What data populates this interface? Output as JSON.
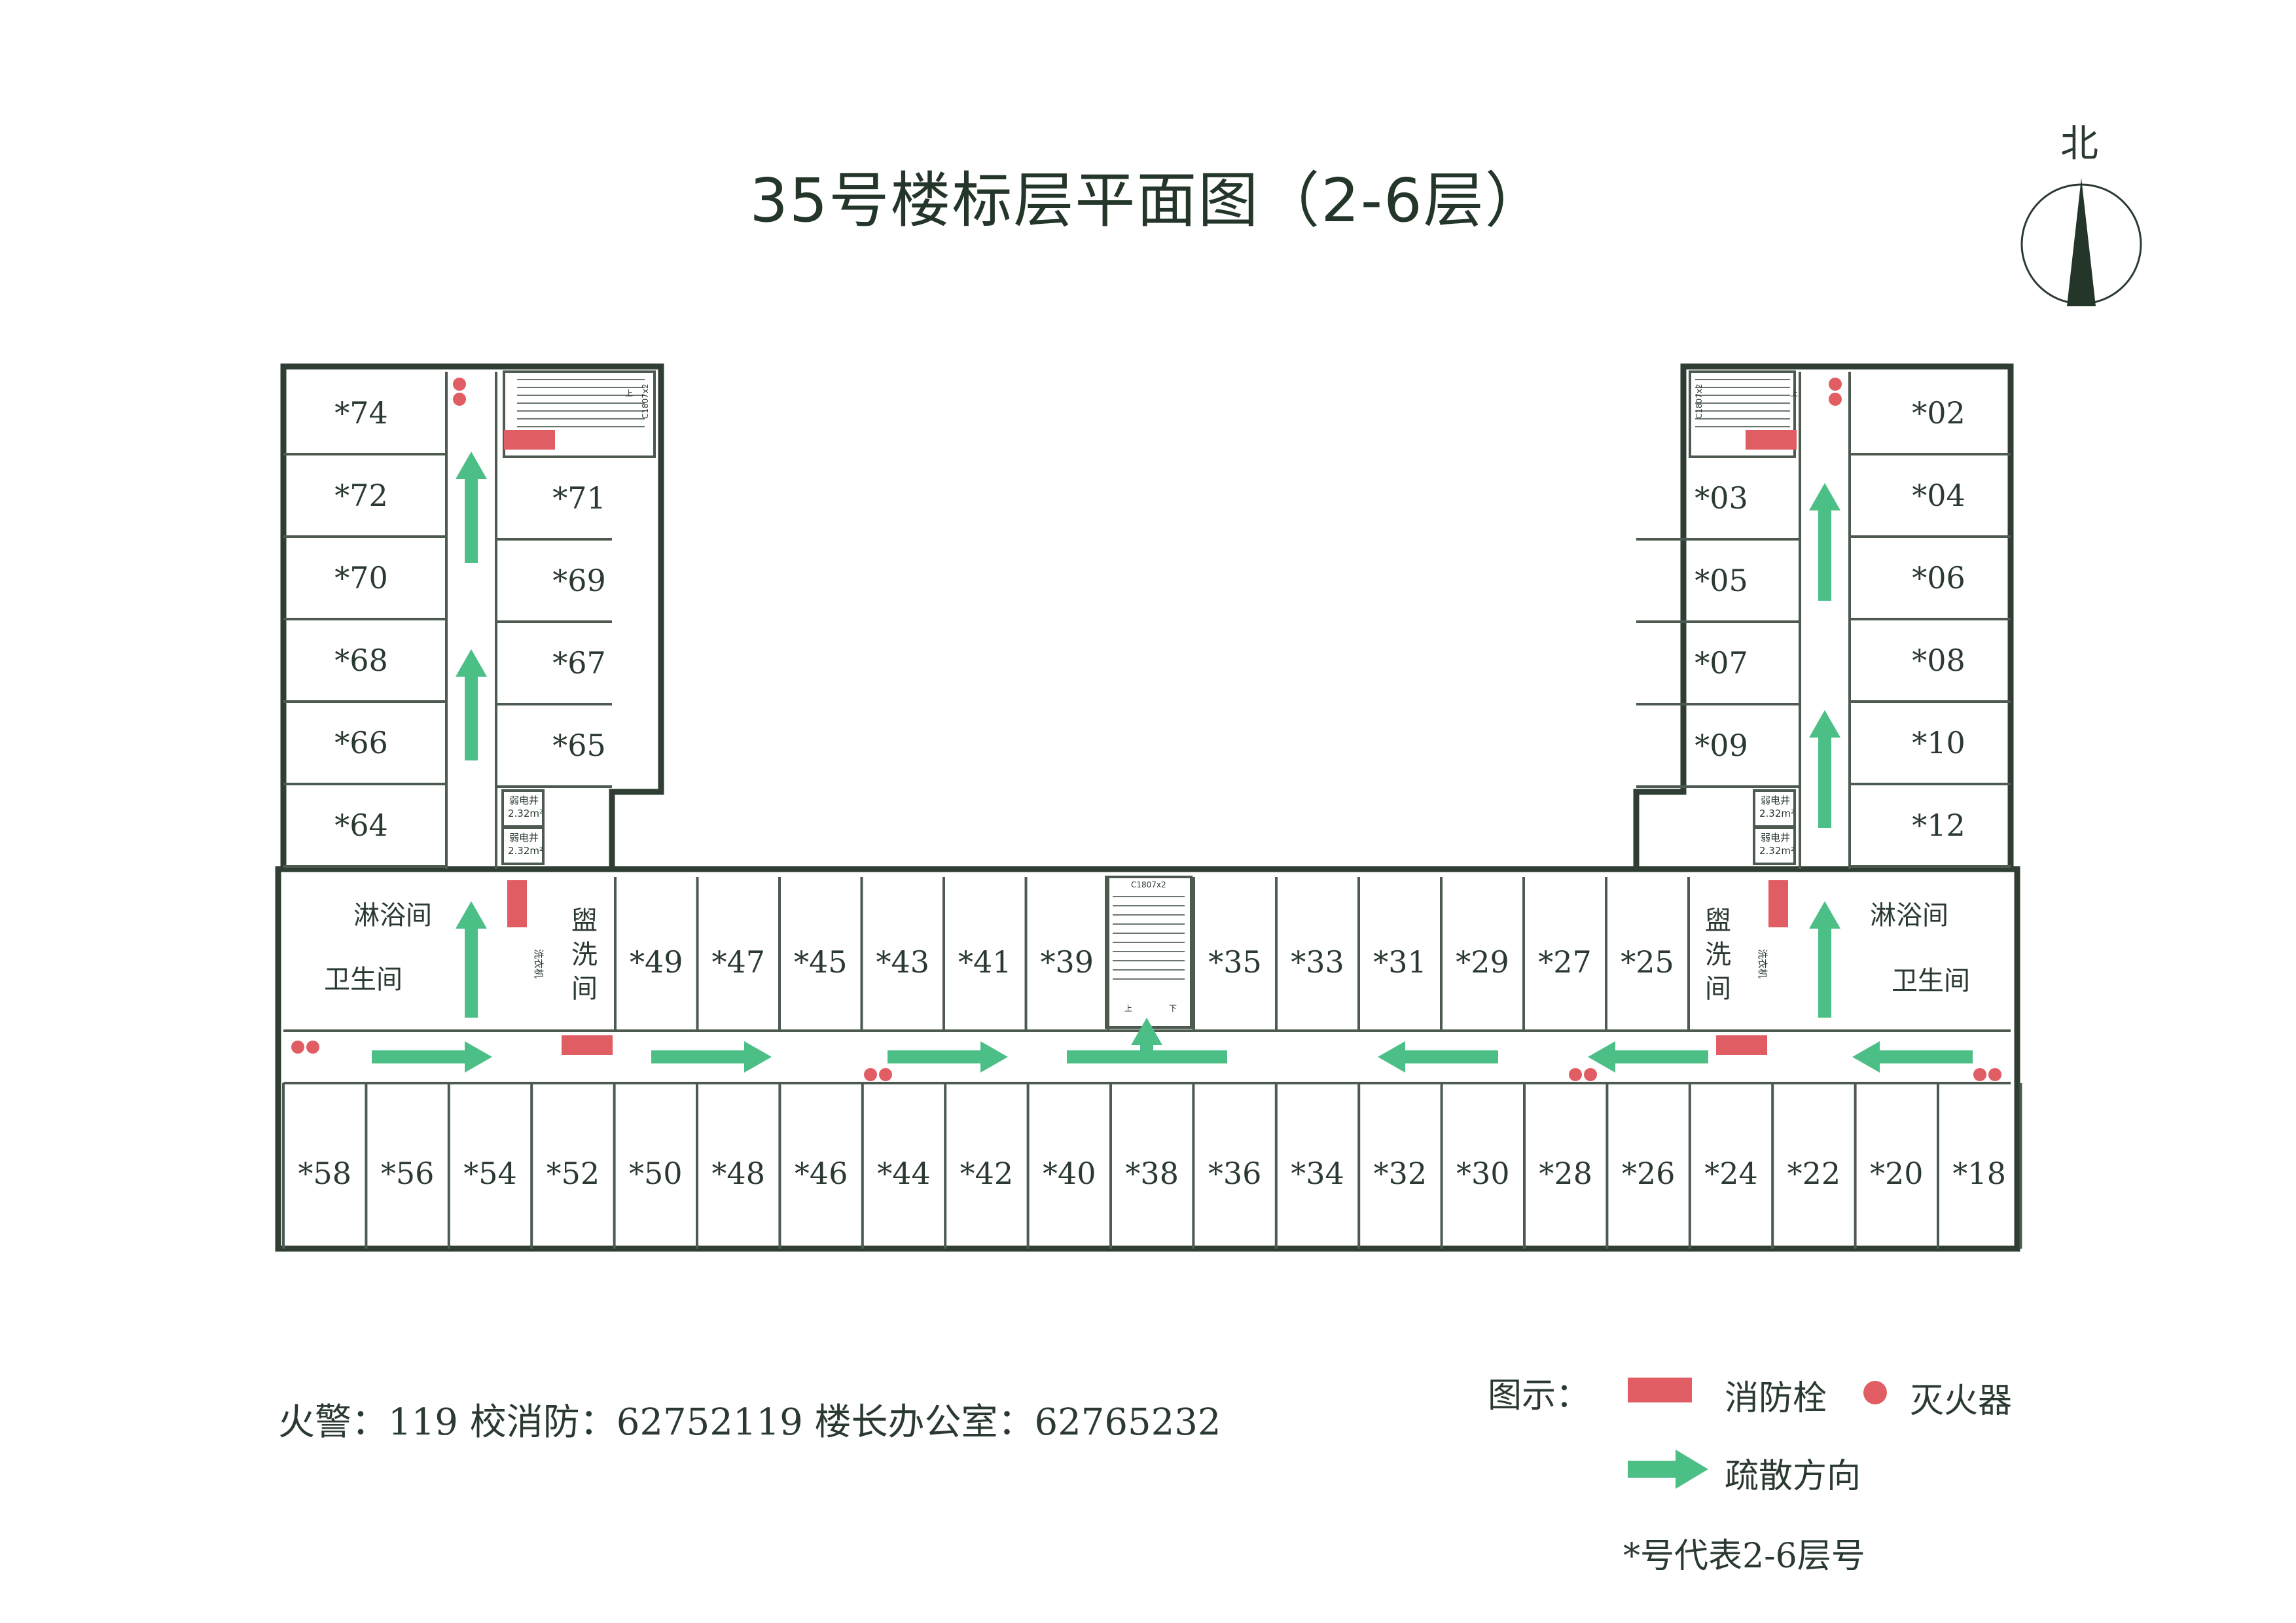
{
  "title": "35号楼标层平面图（2-6层）",
  "north_label": "北",
  "contact_line": "火警：119  校消防：62752119  楼长办公室：62765232",
  "legend": {
    "header": "图示：",
    "hydrant": "消防栓",
    "extinguisher": "灭火器",
    "evacuation": "疏散方向",
    "note": "*号代表2-6层号"
  },
  "colors": {
    "wall": "#2f3d33",
    "hydrant": "#e05d63",
    "extinguisher": "#e05d63",
    "arrow": "#4cbf87"
  },
  "rooms": {
    "left_wing_west": [
      "*74",
      "*72",
      "*70",
      "*68",
      "*66",
      "*64"
    ],
    "left_wing_east": [
      "*71",
      "*69",
      "*67",
      "*65"
    ],
    "right_wing_west": [
      "*03",
      "*05",
      "*07",
      "*09"
    ],
    "right_wing_east": [
      "*02",
      "*04",
      "*06",
      "*08",
      "*10",
      "*12"
    ],
    "north_row_left": [
      "*49",
      "*47",
      "*45",
      "*43",
      "*41",
      "*39"
    ],
    "north_row_right": [
      "*35",
      "*33",
      "*31",
      "*29",
      "*27",
      "*25"
    ],
    "south_row": [
      "*58",
      "*56",
      "*54",
      "*52",
      "*50",
      "*48",
      "*46",
      "*44",
      "*42",
      "*40",
      "*38",
      "*36",
      "*34",
      "*32",
      "*30",
      "*28",
      "*26",
      "*24",
      "*22",
      "*20",
      "*18"
    ]
  },
  "facilities": {
    "shower": "淋浴间",
    "toilet": "卫生间",
    "wash_chars": [
      "盥",
      "洗",
      "间"
    ],
    "shaft_name": "弱电井",
    "shaft_area": "2.32m²",
    "washer_label": "洗衣机",
    "stair_code": "C1807x2",
    "stair_up": "上",
    "stair_down": "下"
  }
}
